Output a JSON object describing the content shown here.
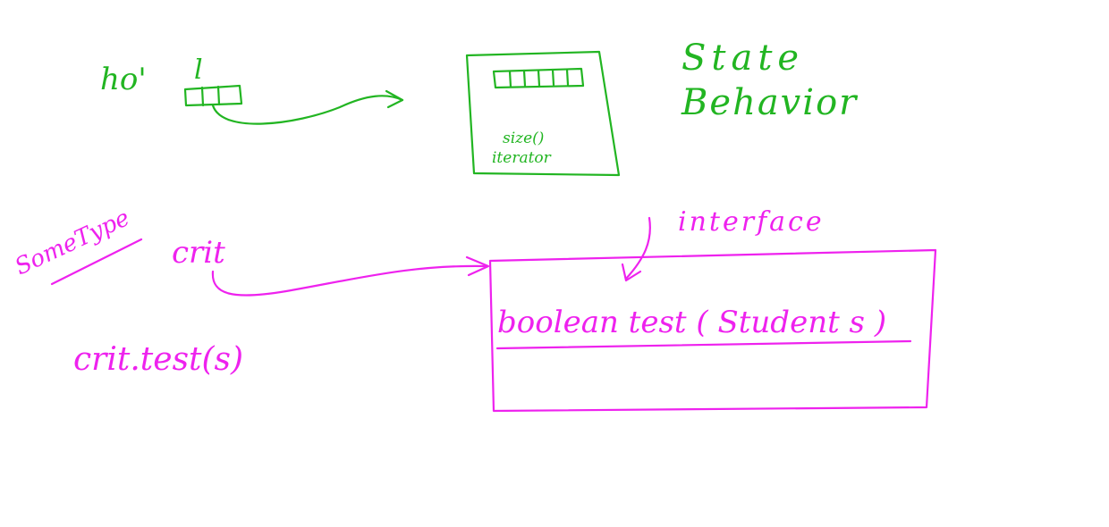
{
  "colors": {
    "green_ink": "#22b522",
    "pink_ink": "#ee22ee",
    "background": "#ffffff"
  },
  "top_section": {
    "var_type_label": "ho'",
    "var_name_label": "l",
    "object_methods": [
      "size()",
      "iterator"
    ],
    "object_aspects": [
      "State",
      "Behavior"
    ]
  },
  "bottom_section": {
    "type_label": "SomeType",
    "ref_label": "crit",
    "call_label": "crit.test(s)",
    "interface_label": "interface",
    "method_signature": "boolean test ( Student s )"
  }
}
